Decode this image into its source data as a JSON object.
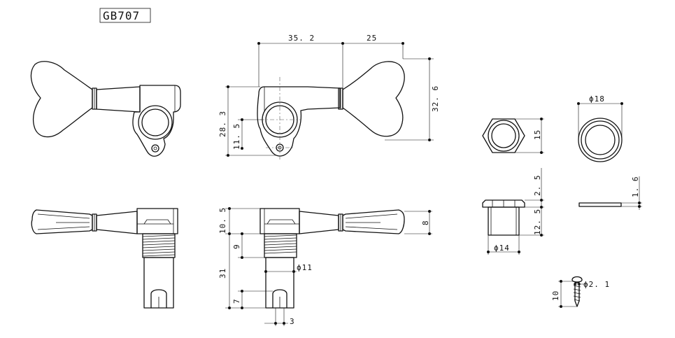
{
  "title": "GB707",
  "dimensions": {
    "d35_2": "35. 2",
    "d25": "25",
    "d32_6": "32. 6",
    "d28_3": "28. 3",
    "d11_5": "11. 5",
    "d10_5": "10. 5",
    "d9": "9",
    "d31": "31",
    "d7": "7",
    "d3": "3",
    "d8": "8",
    "dphi11": "ϕ11",
    "d15": "15",
    "dphi18": "ϕ18",
    "d2_5": "2. 5",
    "d12_5": "12. 5",
    "dphi14": "ϕ14",
    "d1_6": "1. 6",
    "d10": "10",
    "dphi2_1": "ϕ2. 1"
  }
}
